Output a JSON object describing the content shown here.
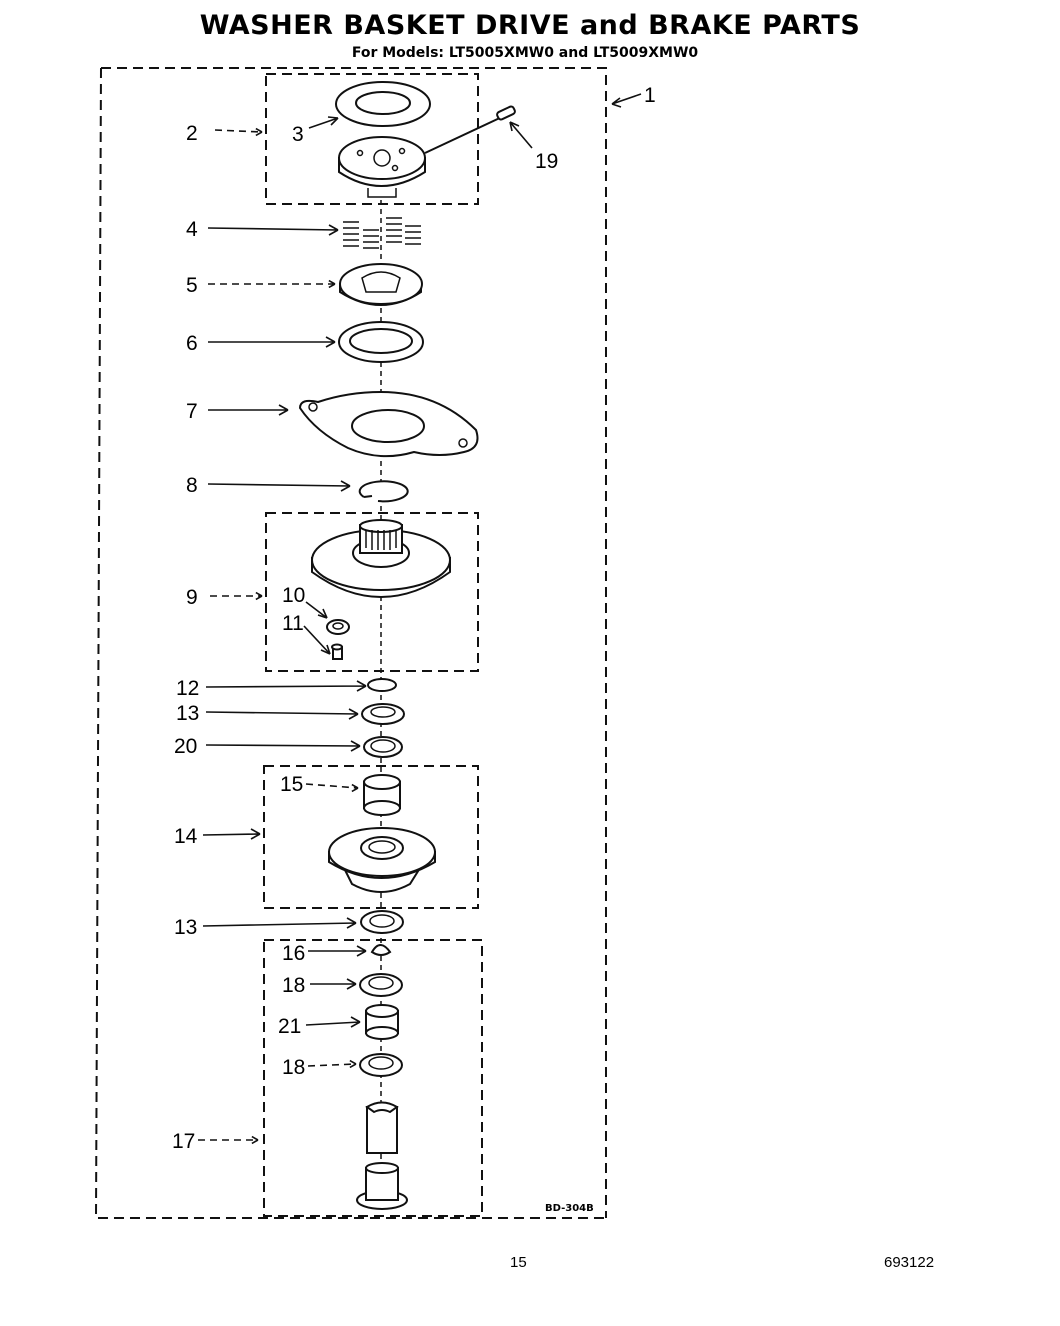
{
  "title": "WASHER BASKET DRIVE and BRAKE PARTS",
  "subtitle": "For Models: LT5005XMW0 and LT5009XMW0",
  "drawing_code": "BD-304B",
  "page_number": "15",
  "document_number": "693122",
  "callouts": {
    "c1": "1",
    "c2": "2",
    "c3": "3",
    "c4": "4",
    "c5": "5",
    "c6": "6",
    "c7": "7",
    "c8": "8",
    "c9": "9",
    "c10": "10",
    "c11": "11",
    "c12": "12",
    "c13a": "13",
    "c20": "20",
    "c15": "15",
    "c14": "14",
    "c13b": "13",
    "c16": "16",
    "c18a": "18",
    "c21": "21",
    "c18b": "18",
    "c17": "17",
    "c19": "19"
  }
}
